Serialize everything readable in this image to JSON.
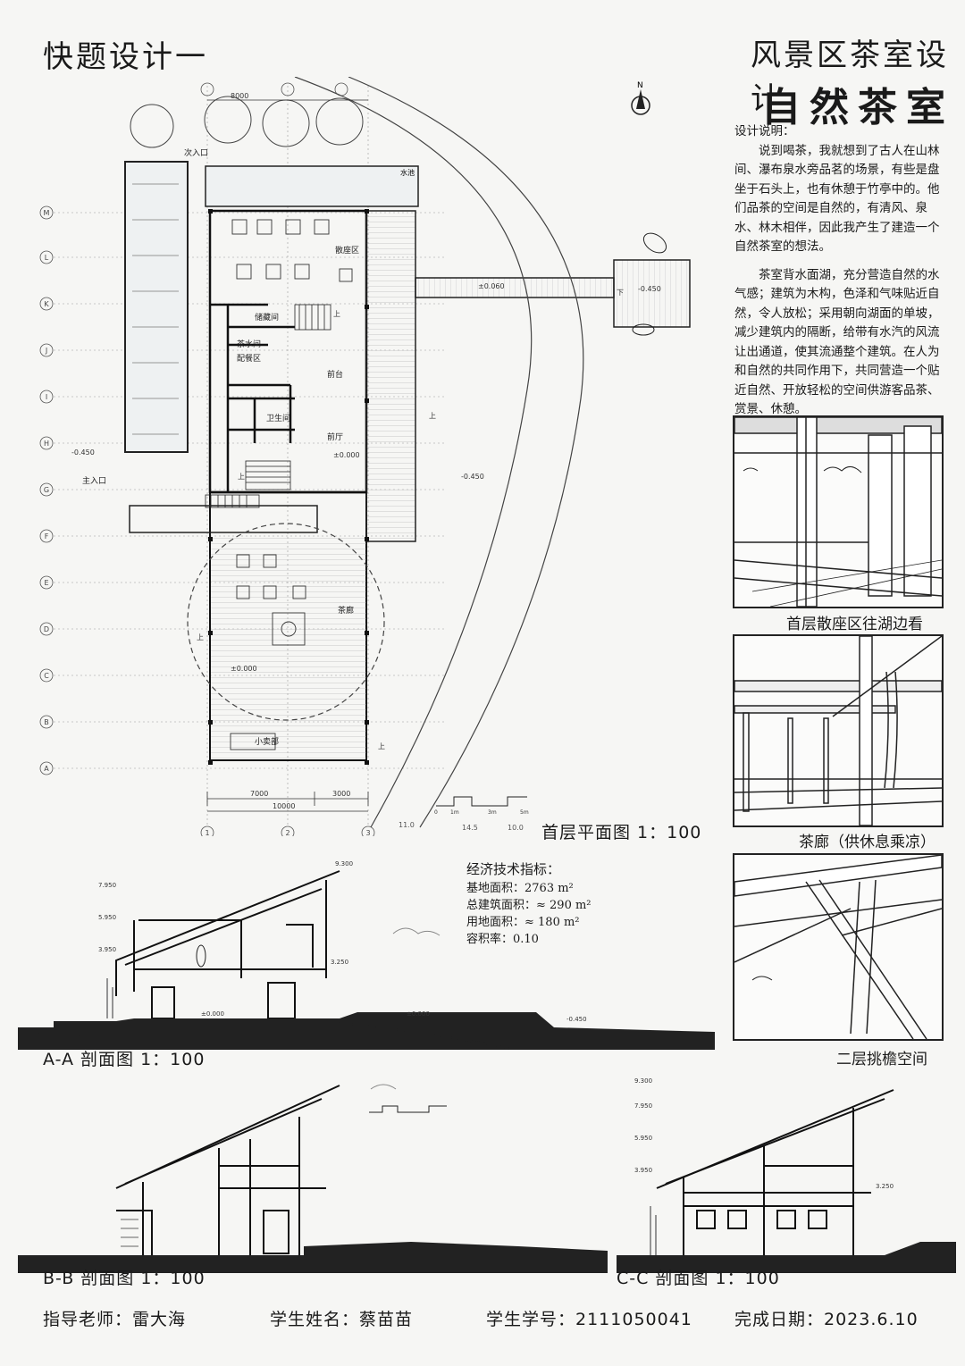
{
  "header": {
    "left_title": "快题设计一",
    "right_title": "风景区茶室设计",
    "project_name": "自然茶室"
  },
  "description": {
    "heading": "设计说明：",
    "paragraphs": [
      "说到喝茶，我就想到了古人在山林间、瀑布泉水旁品茗的场景，有些是盘坐于石头上，也有休憩于竹亭中的。他们品茶的空间是自然的，有清风、泉水、林木相伴，因此我产生了建造一个自然茶室的想法。",
      "茶室背水面湖，充分营造自然的水气感；建筑为木构，色泽和气味贴近自然，令人放松；采用朝向湖面的单坡，减少建筑内的隔断，给带有水汽的风流让出通道，使其流通整个建筑。在人为和自然的共同作用下，共同营造一个贴近自然、开放轻松的空间供游客品茶、赏景、休憩。"
    ]
  },
  "perspectives": [
    {
      "caption": "首层散座区往湖边看"
    },
    {
      "caption": "茶廊（供休息乘凉）"
    },
    {
      "caption": "二层挑檐空间"
    }
  ],
  "plan": {
    "caption": "首层平面图 1：100",
    "north": "N",
    "rooms": {
      "seating": "散座区",
      "storage": "储藏间",
      "tea_water": "茶水间",
      "prep": "配餐区",
      "reception": "前台",
      "wc": "卫生间",
      "foyer": "前厅",
      "corridor": "茶廊",
      "shop": "小卖部",
      "secondary_entrance": "次入口",
      "main_entrance": "主入口",
      "water": "水池"
    },
    "levels": {
      "zero": "±0.000",
      "lower": "-0.450",
      "pier": "±0.060",
      "platform": "-0.450"
    },
    "axes_rows": [
      "M",
      "L",
      "K",
      "J",
      "I",
      "H",
      "G",
      "F",
      "E",
      "D",
      "C",
      "B",
      "A"
    ],
    "axes_cols": [
      "1",
      "2",
      "3"
    ],
    "dims": {
      "d1": "7000",
      "d2": "3000",
      "total": "10000",
      "top": "8000"
    },
    "up": "上",
    "down": "下",
    "contours": [
      "11.0",
      "14.5",
      "10.0"
    ],
    "scale_labels": [
      "0",
      "1m",
      "3m",
      "5m"
    ]
  },
  "econ": {
    "heading": "经济技术指标：",
    "items": [
      "基地面积：2763 m²",
      "总建筑面积：≈ 290 m²",
      "用地面积：≈ 180 m²",
      "容积率：0.10"
    ]
  },
  "sections": [
    {
      "caption": "A-A 剖面图 1：100",
      "levels": [
        "9.300",
        "7.950",
        "5.950",
        "3.950",
        "3.250",
        "±0.000",
        "±0.000",
        "-0.450"
      ]
    },
    {
      "caption": "B-B 剖面图 1：100"
    },
    {
      "caption": "C-C 剖面图 1：100",
      "levels": [
        "9.300",
        "7.950",
        "5.950",
        "3.950",
        "3.250"
      ]
    }
  ],
  "footer": {
    "teacher": "指导老师：雷大海",
    "student": "学生姓名：蔡苗苗",
    "student_id": "学生学号：2111050041",
    "date": "完成日期：2023.6.10"
  }
}
